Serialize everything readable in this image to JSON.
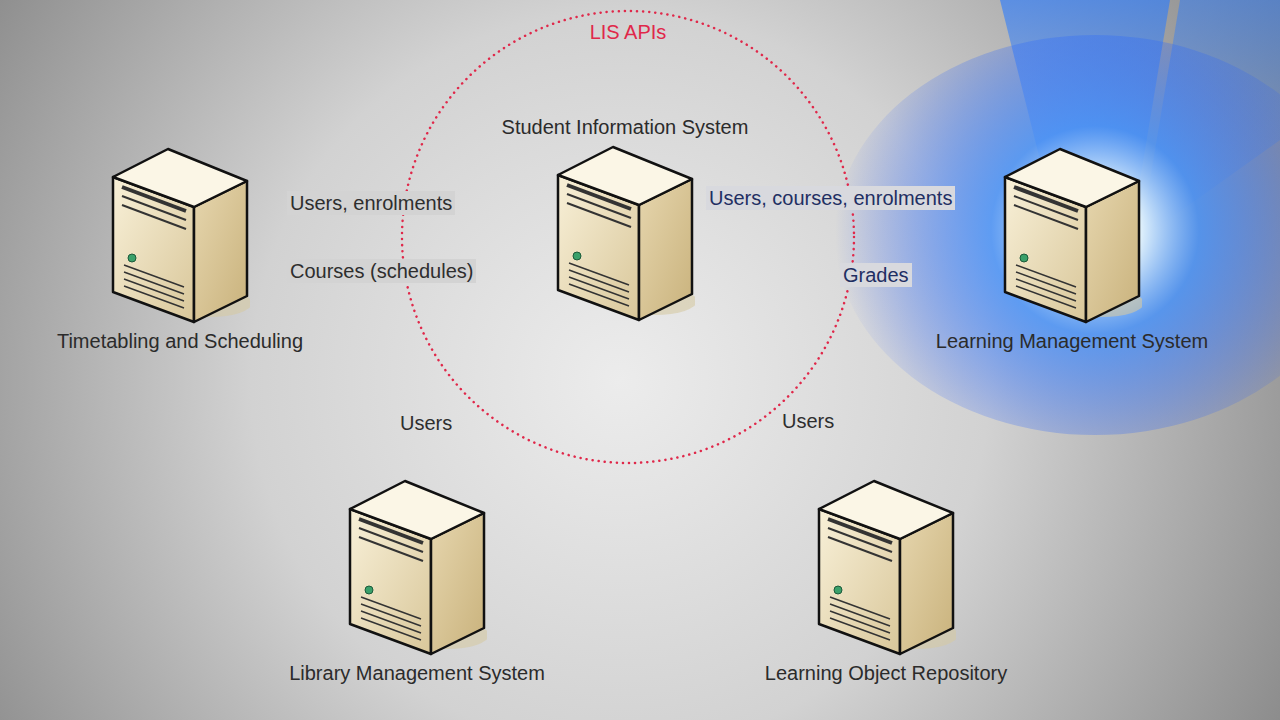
{
  "diagram": {
    "nodes": [
      {
        "text": [
          "Student Information System"
        ]
      },
      {
        "text": [
          "Timetabling and Scheduling"
        ]
      },
      {
        "text": [
          "Learning Management System"
        ]
      },
      {
        "text": [
          "Library Management System"
        ]
      },
      {
        "text": [
          "Learning Object Repository"
        ]
      }
    ],
    "labels": [
      "LIS APIs",
      "Users, enrolments",
      "Courses (schedules)",
      "Users, courses, enrolments",
      "Grades",
      "Users",
      "Users"
    ]
  }
}
